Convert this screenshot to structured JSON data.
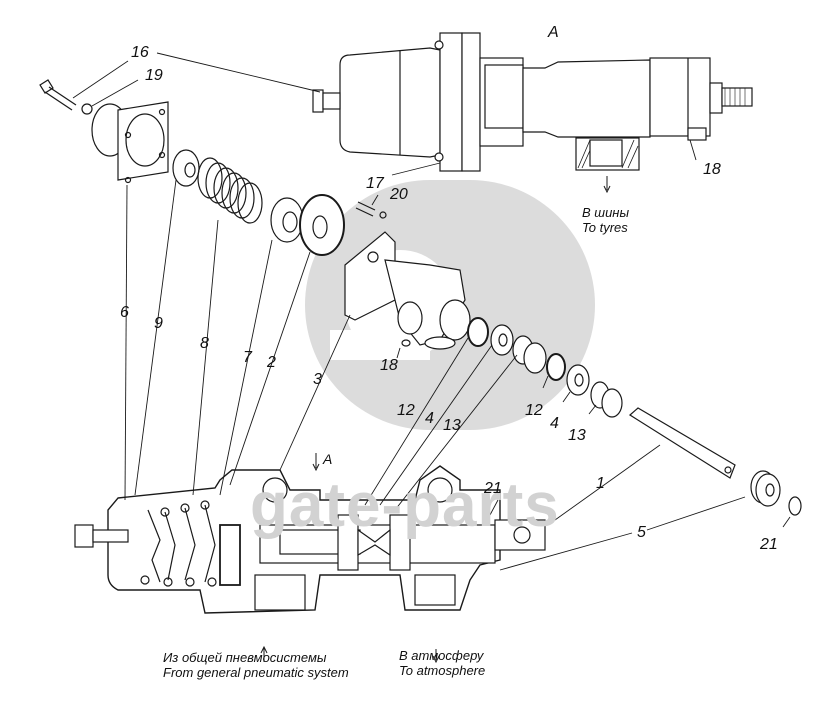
{
  "diagram": {
    "title": "Pneumatic tyre-inflation valve assembly — exploded view",
    "view_label": "A",
    "section_arrow_label": "A",
    "watermark": {
      "logo": "gb-logo",
      "text": "gate-parts"
    },
    "callouts": [
      {
        "id": "c16",
        "text": "16"
      },
      {
        "id": "c19",
        "text": "19"
      },
      {
        "id": "c6",
        "text": "6"
      },
      {
        "id": "c9",
        "text": "9"
      },
      {
        "id": "c8",
        "text": "8"
      },
      {
        "id": "c7",
        "text": "7"
      },
      {
        "id": "c2",
        "text": "2"
      },
      {
        "id": "c3",
        "text": "3"
      },
      {
        "id": "c17",
        "text": "17"
      },
      {
        "id": "c20",
        "text": "20"
      },
      {
        "id": "c18a",
        "text": "18"
      },
      {
        "id": "c18b",
        "text": "18"
      },
      {
        "id": "c12a",
        "text": "12"
      },
      {
        "id": "c4a",
        "text": "4"
      },
      {
        "id": "c13a",
        "text": "13"
      },
      {
        "id": "c12b",
        "text": "12"
      },
      {
        "id": "c4b",
        "text": "4"
      },
      {
        "id": "c13b",
        "text": "13"
      },
      {
        "id": "c1",
        "text": "1"
      },
      {
        "id": "c21a",
        "text": "21"
      },
      {
        "id": "c21b",
        "text": "21"
      },
      {
        "id": "c5",
        "text": "5"
      }
    ],
    "flow_captions": {
      "to_tyres": {
        "ru": "В шины",
        "en": "To tyres"
      },
      "from_system": {
        "ru": "Из общей пневмосистемы",
        "en": "From general pneumatic system"
      },
      "to_atmosphere": {
        "ru": "В атмосферу",
        "en": "To atmosphere"
      }
    },
    "colors": {
      "line": "#1a1a1a",
      "watermark": "#d4d4d4",
      "background": "#ffffff"
    }
  }
}
